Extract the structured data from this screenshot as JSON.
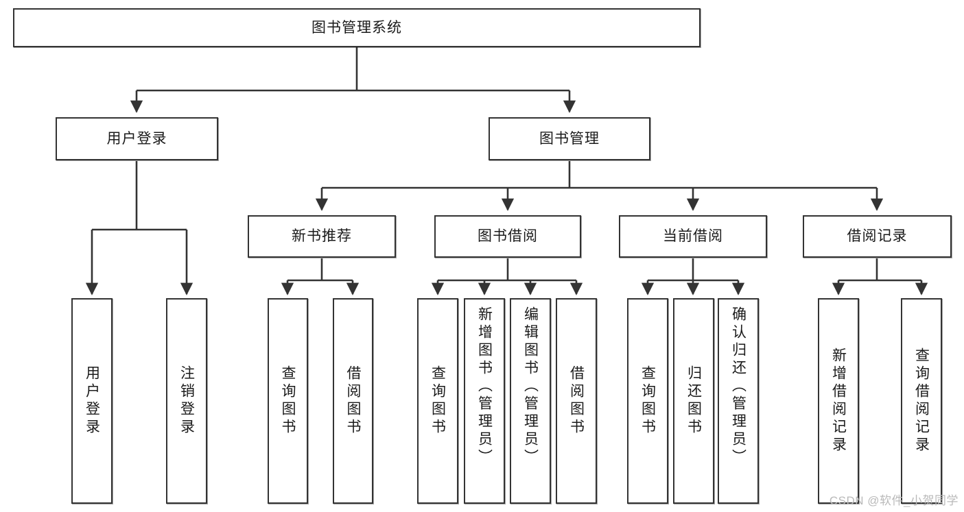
{
  "diagram": {
    "title": "图书管理系统",
    "watermark": "CSDN @软件_小贺同学",
    "colors": {
      "stroke": "#333333",
      "node_fill": "#ffffff",
      "text": "#1a1a1a",
      "watermark": "#b9b9b9",
      "background": "#ffffff"
    },
    "root": {
      "label": "图书管理系统"
    },
    "level2": [
      {
        "label": "用户登录"
      },
      {
        "label": "图书管理"
      }
    ],
    "level3": [
      {
        "label": "新书推荐"
      },
      {
        "label": "图书借阅"
      },
      {
        "label": "当前借阅"
      },
      {
        "label": "借阅记录"
      }
    ],
    "leaves": {
      "user_login": [
        {
          "label": "用户登录"
        },
        {
          "label": "注销登录"
        }
      ],
      "new_book_recommend": [
        {
          "label": "查询图书"
        },
        {
          "label": "借阅图书"
        }
      ],
      "book_borrow": [
        {
          "label": "查询图书"
        },
        {
          "label": "新增图书（管理员）"
        },
        {
          "label": "编辑图书（管理员）"
        },
        {
          "label": "借阅图书"
        }
      ],
      "current_borrow": [
        {
          "label": "查询图书"
        },
        {
          "label": "归还图书"
        },
        {
          "label": "确认归还（管理员）"
        }
      ],
      "borrow_record": [
        {
          "label": "新增借阅记录"
        },
        {
          "label": "查询借阅记录"
        }
      ]
    }
  }
}
